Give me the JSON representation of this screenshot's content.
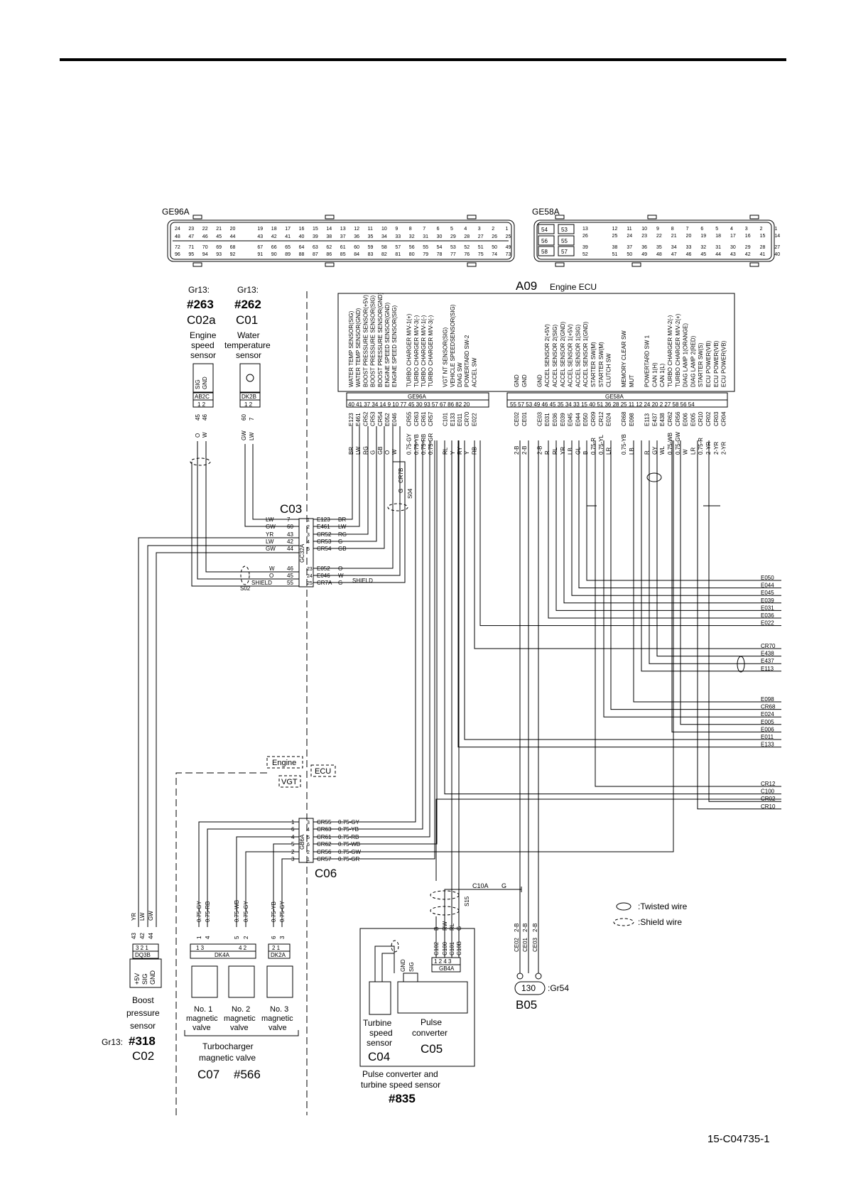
{
  "connectors": {
    "ge96a": {
      "name": "GE96A",
      "row1": [
        "24",
        "23",
        "22",
        "21",
        "20",
        "",
        "19",
        "18",
        "17",
        "16",
        "15",
        "14",
        "13",
        "12",
        "11",
        "10",
        "9",
        "8",
        "7",
        "6",
        "5",
        "4",
        "3",
        "2",
        "1"
      ],
      "row2": [
        "48",
        "47",
        "46",
        "45",
        "44",
        "",
        "43",
        "42",
        "41",
        "40",
        "39",
        "38",
        "37",
        "36",
        "35",
        "34",
        "33",
        "32",
        "31",
        "30",
        "29",
        "28",
        "27",
        "26",
        "25"
      ],
      "row3": [
        "72",
        "71",
        "70",
        "69",
        "68",
        "",
        "67",
        "66",
        "65",
        "64",
        "63",
        "62",
        "61",
        "60",
        "59",
        "58",
        "57",
        "56",
        "55",
        "54",
        "53",
        "52",
        "51",
        "50",
        "49"
      ],
      "row4": [
        "96",
        "95",
        "94",
        "93",
        "92",
        "",
        "91",
        "90",
        "89",
        "88",
        "87",
        "86",
        "85",
        "84",
        "83",
        "82",
        "81",
        "80",
        "79",
        "78",
        "77",
        "76",
        "75",
        "74",
        "73"
      ]
    },
    "ge58a": {
      "name": "GE58A",
      "big": [
        "54",
        "53",
        "55",
        "56",
        "57",
        "58"
      ],
      "row1": [
        "13",
        "",
        "12",
        "11",
        "10",
        "9",
        "8",
        "7",
        "6",
        "5",
        "4",
        "3",
        "2",
        "1"
      ],
      "row2": [
        "26",
        "",
        "25",
        "24",
        "23",
        "22",
        "21",
        "20",
        "19",
        "18",
        "17",
        "16",
        "15",
        "14"
      ],
      "row3": [
        "39",
        "",
        "38",
        "37",
        "36",
        "35",
        "34",
        "33",
        "32",
        "31",
        "30",
        "29",
        "28",
        "27"
      ],
      "row4": [
        "52",
        "",
        "51",
        "50",
        "49",
        "48",
        "47",
        "46",
        "45",
        "44",
        "43",
        "42",
        "41",
        "40"
      ]
    }
  },
  "ecu": {
    "id": "A09",
    "name": "Engine ECU",
    "left_conn": "GE96A",
    "right_conn": "GE58A",
    "left_pin_nums": "40 41 37 34 14  9  10    77 45 30 93     57 67 86 82 20",
    "right_pin_nums": "55 57    53 49 46 45 35 34 33 15 40 51    36 28    25 11 12 24 20   2   27 58 56 54",
    "left_signals": [
      "WATER TEMP SENSOR(SIG)",
      "WATER TEMP SENSOR(GND)",
      "BOOST PRESSURE SENSOR(+5V)",
      "BOOST PRESSURE SENSOR(SIG)",
      "BOOST PRESSURE SENSOR(GND)",
      "ENGINE SPEED SENSOR(GND)",
      "ENGINE SPEED SENSOR(SIG)",
      "",
      "TURBO CHARGER M/V-1(+)",
      "TURBO CHARGER M/V-3(-)",
      "TURBO CHARGER M/V-1(-)",
      "TURBO CHARGER M/V-3(-)",
      "",
      "VGT NT SENSOR(SIG)",
      "VEHICLE SPEEDSENSOR(SIG)",
      "DIAG SW",
      "POWERTARD SW-2",
      "ACCEL SW"
    ],
    "right_signals": [
      "GND",
      "GND",
      "",
      "GND",
      "ACCEL SENSOR 2(+5V)",
      "ACCEL SENSOR 2(SIG)",
      "ACCEL SENSOR 2(GND)",
      "ACCEL SENSOR 1(+5V)",
      "ACCEL SENSOR 1(SIG)",
      "ACCEL SENSOR 1(GND)",
      "STARTER SW(M)",
      "STARTER SW(M)",
      "CLUTCH SW",
      "",
      "MEMORY CLEAR SW",
      "MUT",
      "",
      "POWERTARD SW 1",
      "CAN 1(H)",
      "CAN 1(L)",
      "TURBO CHARGER M/V-2(-)",
      "TURBO CHARGER M/V-2(+)",
      "DIAG LAMP 1(ORANGE)",
      "DIAG LAMP 2(RED)",
      "STARTER SW(S)",
      "ECU POWER(VB)",
      "ECU POWER(VB)",
      "ECU POWER(VB)"
    ]
  },
  "ecu_wires": {
    "left_circuits": [
      "E123",
      "E461",
      "CR52",
      "CR53",
      "CR54",
      "E052",
      "E046",
      "",
      "CR55",
      "CR63",
      "CR61",
      "CR57",
      "",
      "C101",
      "E133",
      "E011",
      "CR70",
      "E022"
    ],
    "left_colors": [
      "BR",
      "LW",
      "RG",
      "G",
      "GB",
      "O",
      "W",
      "",
      "0.75-GY",
      "0.75-YB",
      "0.75-RB",
      "0.75-GR",
      "",
      "RL",
      "Y",
      "RY",
      "Y",
      "RB"
    ],
    "right_circuits": [
      "CE02",
      "CE01",
      "",
      "CE03",
      "E031",
      "E036",
      "E039",
      "E045",
      "E044",
      "E050",
      "CR09",
      "CR12",
      "E024",
      "",
      "CR68",
      "E098",
      "",
      "E113",
      "E437",
      "E438",
      "CR62",
      "CR56",
      "E006",
      "E005",
      "CR10",
      "CR02",
      "CR03",
      "CR04"
    ],
    "right_colors": [
      "2-B",
      "2-B",
      "",
      "2-B",
      "R",
      "RL",
      "YR",
      "LB",
      "GL",
      "B",
      "0.75-R",
      "0.75-YL",
      "LR",
      "",
      "0.75-YB",
      "LB",
      "",
      "R",
      "GY",
      "WL",
      "0.75-WB",
      "0.75-GW",
      "W",
      "LR",
      "0.75-R",
      "2-YR",
      "2-YR",
      "2-YR"
    ]
  },
  "components": {
    "c02a": {
      "gr": "Gr13:",
      "num": "#263",
      "code": "C02a",
      "name1": "Engine",
      "name2": "speed",
      "name3": "sensor",
      "conn": "AB2C",
      "pins": "1  2",
      "pin_sig": "SIG",
      "pin_gnd": "GND",
      "w1": "45",
      "w2": "46",
      "c1": "O",
      "c2": "W"
    },
    "c01": {
      "gr": "Gr13:",
      "num": "#262",
      "code": "C01",
      "name1": "Water",
      "name2": "temperature",
      "name3": "sensor",
      "conn": "DK2B",
      "pins": "1  2",
      "w1": "60",
      "w2": "7",
      "c1": "GW",
      "c2": "LW"
    },
    "c02": {
      "gr": "Gr13:",
      "num": "#318",
      "code": "C02",
      "name1": "Boost",
      "name2": "pressure",
      "name3": "sensor",
      "conn": "DQ3B",
      "pins": "3  2  1",
      "p1": "+5V",
      "p2": "SIG",
      "p3": "GND",
      "w": [
        "43",
        "42",
        "44"
      ],
      "c": [
        "YR",
        "LW",
        "GW"
      ]
    },
    "c07": {
      "name1": "No. 1",
      "name2": "No. 2",
      "name3": "No. 3",
      "sub1": "magnetic",
      "sub2": "valve",
      "group1": "Turbocharger",
      "group2": "magnetic valve",
      "code": "C07",
      "num": "#566",
      "conn1": "DK4A",
      "conn1_pins_a": "1  3",
      "conn1_pins_b": "4  2",
      "conn2": "DK2A",
      "conn2_pins": "2  1",
      "wires": [
        "0.75-GY",
        "0.75-RB",
        "0.75-WB",
        "0.75-GY",
        "0.75-YB",
        "0.75-GY"
      ],
      "wnums": [
        "1",
        "4",
        "5",
        "2",
        "6",
        "3"
      ]
    },
    "c04": {
      "name1": "Turbine",
      "name2": "speed",
      "name3": "sensor",
      "code": "C04"
    },
    "c05": {
      "name1": "Pulse",
      "name2": "converter",
      "code": "C05",
      "conn": "GB4A",
      "pins": "1  2  4  3",
      "gnd": "GND",
      "sig": "SIG",
      "circ": [
        "C102",
        "C100",
        "C101",
        "C10B"
      ],
      "col": [
        "B",
        "RW",
        "RL",
        "G"
      ]
    },
    "group835": {
      "line1": "Pulse converter and",
      "line2": "turbine speed sensor",
      "num": "#835"
    },
    "b05": {
      "code": "B05",
      "num": "130",
      "gr": ":Gr54",
      "circ": [
        "CE02",
        "CE01",
        "CE03"
      ],
      "col": [
        "2-B",
        "2-B",
        "2-B"
      ]
    }
  },
  "c03": {
    "code": "C03",
    "conn": "GC32A",
    "left": [
      [
        "LW",
        "7"
      ],
      [
        "GW",
        "60"
      ],
      [
        "YR",
        "43"
      ],
      [
        "LW",
        "42"
      ],
      [
        "GW",
        "44"
      ],
      [
        "W",
        "46"
      ],
      [
        "O",
        "45"
      ],
      [
        "SHIELD",
        "55"
      ]
    ],
    "right": [
      [
        "E123",
        "BR"
      ],
      [
        "E461",
        "LW"
      ],
      [
        "CR52",
        "RG"
      ],
      [
        "CR53",
        "G"
      ],
      [
        "CR54",
        "GB"
      ],
      [
        "E052",
        "O"
      ],
      [
        "E046",
        "W"
      ],
      [
        "CR7A",
        "G"
      ]
    ],
    "right_pins": [
      "1",
      "2",
      "3",
      "4",
      "5",
      "23",
      "24",
      "25"
    ],
    "shield": "SHIELD",
    "s02": "S02",
    "s04": "S04",
    "cr7b": "CR7B",
    "g": "G"
  },
  "c06": {
    "code": "C06",
    "conn": "GB6A",
    "left": [
      "1",
      "6",
      "4",
      "5",
      "2",
      "3"
    ],
    "right_pins": [
      "3",
      "4",
      "5",
      "6",
      "2",
      "1"
    ],
    "right": [
      [
        "CR55",
        "0.75-GY"
      ],
      [
        "CR63",
        "0.75-YB"
      ],
      [
        "CR61",
        "0.75-RB"
      ],
      [
        "CR62",
        "0.75-WB"
      ],
      [
        "CR56",
        "0.75-GW"
      ],
      [
        "CR57",
        "0.75-GR"
      ]
    ]
  },
  "misc": {
    "engine": "Engine",
    "ecu": "ECU",
    "vgt": "VGT",
    "c10a": "C10A",
    "c10a_g": "G",
    "s15": "S15"
  },
  "right_edge_labels": {
    "group1": [
      "E050",
      "E044",
      "E045",
      "E039",
      "E031",
      "E036",
      "E022"
    ],
    "group2": [
      "CR70",
      "E438",
      "E437",
      "E113"
    ],
    "group3": [
      "E098",
      "CR68",
      "E024",
      "E005",
      "E006",
      "E011",
      "E133"
    ],
    "group4": [
      "CR12",
      "C100",
      "CR02",
      "CR10"
    ]
  },
  "legend": {
    "twisted": ":Twisted wire",
    "shield": ":Shield wire"
  },
  "doc_id": "15-C04735-1"
}
